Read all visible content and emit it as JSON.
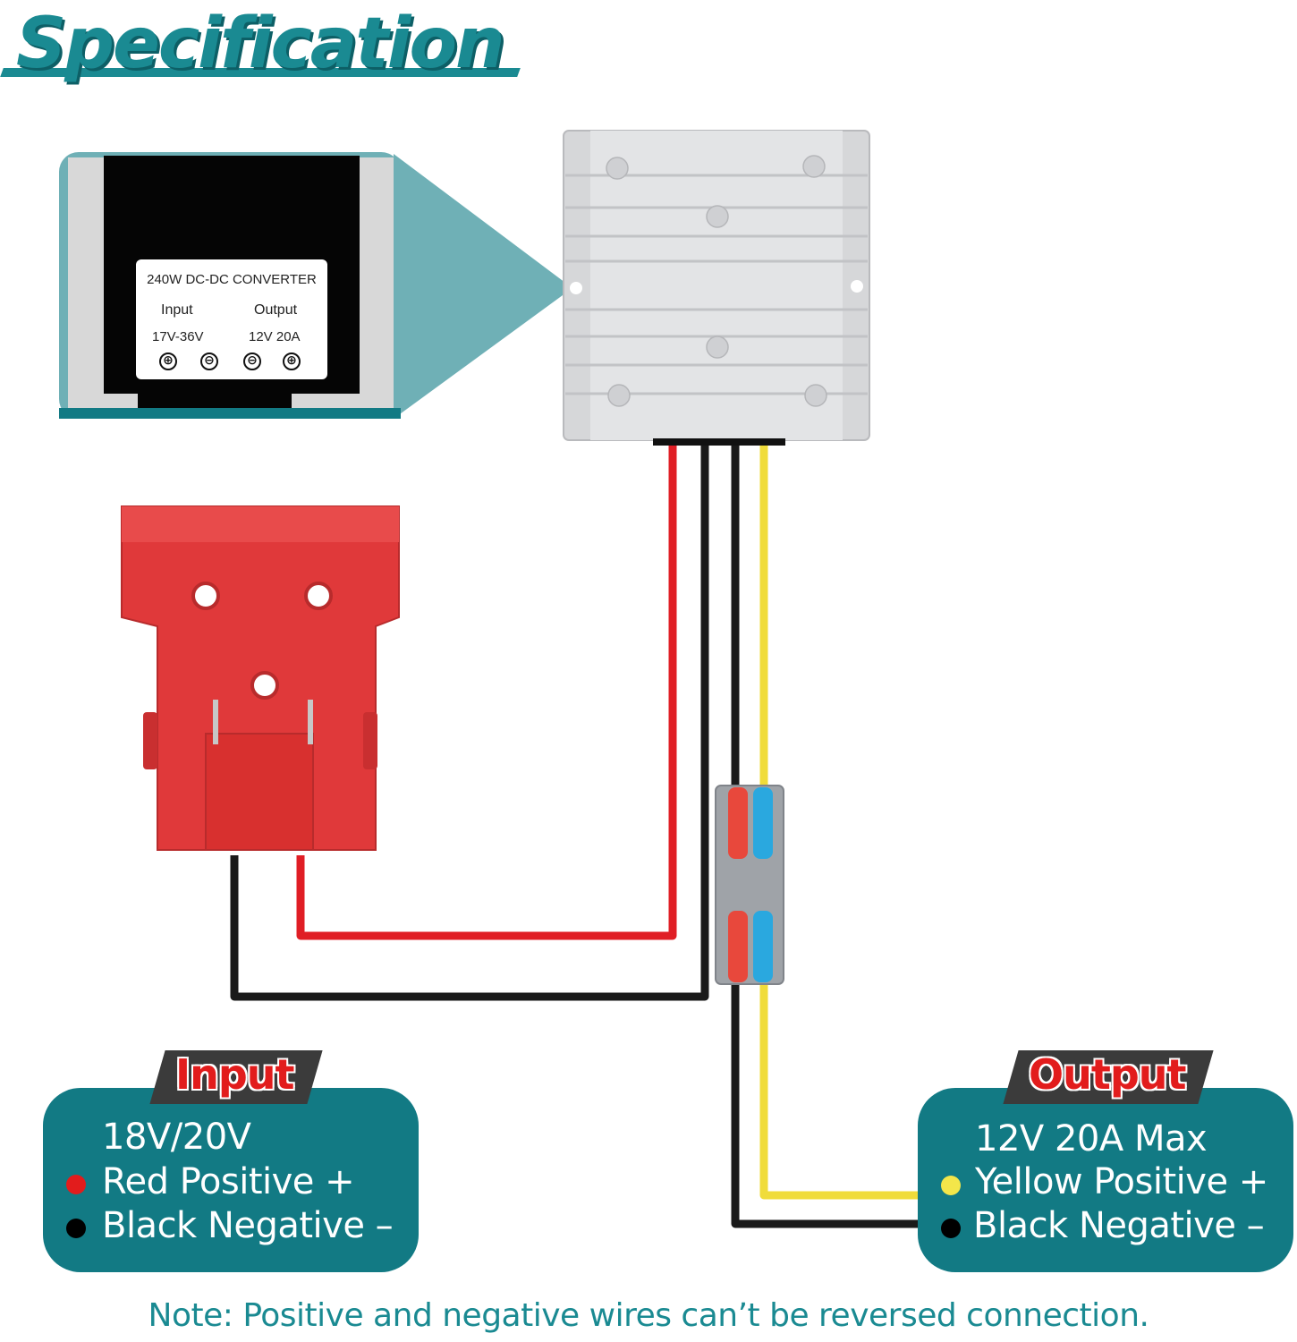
{
  "title": "Specification",
  "converter_label": {
    "title": "240W DC-DC CONVERTER",
    "input_label": "Input",
    "output_label": "Output",
    "input_voltage": "17V-36V",
    "output_rating": "12V 20A",
    "terminals": [
      "⊕",
      "⊖",
      "⊖",
      "⊕"
    ]
  },
  "input_panel": {
    "tag": "Input",
    "line1": "18V/20V",
    "line2": "Red Positive +",
    "line3": "Black Negative –",
    "dot2_color": "#e21c1c",
    "dot3_color": "#000000"
  },
  "output_panel": {
    "tag": "Output",
    "line1": "12V 20A Max",
    "line2": "Yellow Positive +",
    "line3": "Black Negative –",
    "dot2_color": "#f3e64a",
    "dot3_color": "#000000"
  },
  "note": "Note: Positive and negative wires can’t be reversed connection.",
  "colors": {
    "teal": "#127a84",
    "wire_red": "#e01e25",
    "wire_black": "#1a1a1a",
    "wire_yellow": "#f0dc3a",
    "adapter_red": "#e0393a"
  }
}
